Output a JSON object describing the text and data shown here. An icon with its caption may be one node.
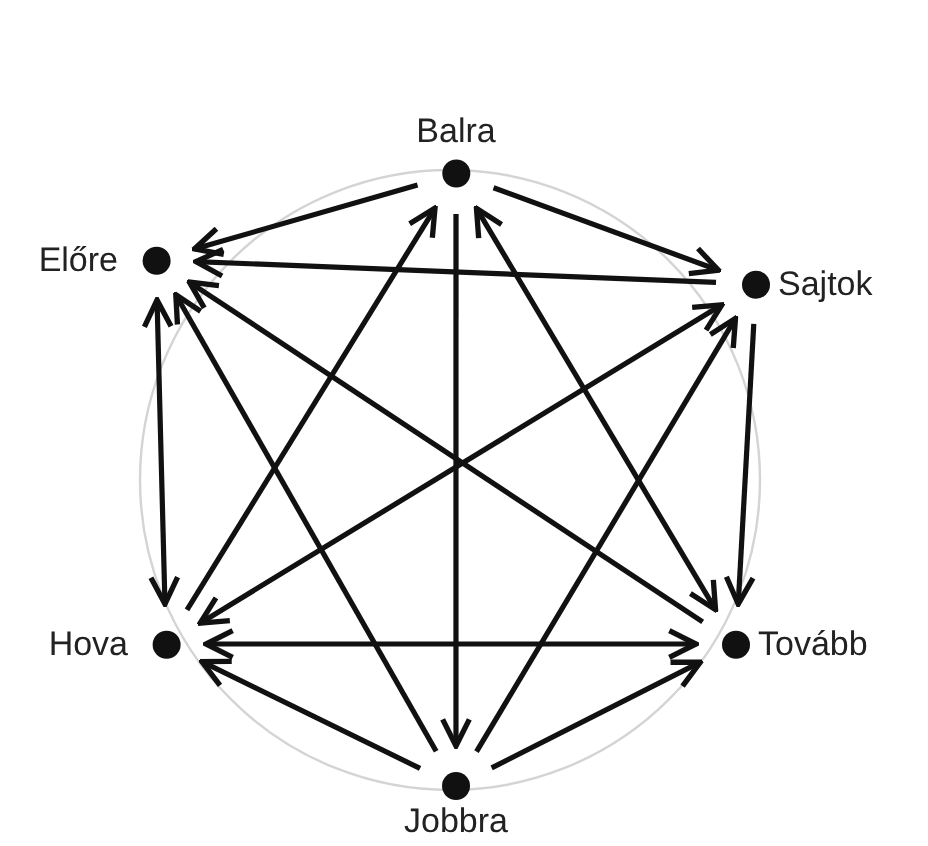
{
  "diagram": {
    "nodes": [
      {
        "text": [
          "Balra"
        ]
      },
      {
        "text": [
          "Sajtok"
        ]
      },
      {
        "text": [
          "Tovább"
        ]
      },
      {
        "text": [
          "Jobbra"
        ]
      },
      {
        "text": [
          "Hova"
        ]
      },
      {
        "text": [
          "Előre"
        ]
      }
    ],
    "edges": [
      {
        "from": 0,
        "to": 5,
        "arrow": "to"
      },
      {
        "from": 0,
        "to": 1,
        "arrow": "to"
      },
      {
        "from": 0,
        "to": 3,
        "arrow": "to"
      },
      {
        "from": 0,
        "to": 2,
        "arrow": "both"
      },
      {
        "from": 4,
        "to": 0,
        "arrow": "to"
      },
      {
        "from": 1,
        "to": 5,
        "arrow": "to"
      },
      {
        "from": 1,
        "to": 2,
        "arrow": "to"
      },
      {
        "from": 1,
        "to": 4,
        "arrow": "both"
      },
      {
        "from": 3,
        "to": 1,
        "arrow": "to"
      },
      {
        "from": 5,
        "to": 4,
        "arrow": "both"
      },
      {
        "from": 2,
        "to": 5,
        "arrow": "to"
      },
      {
        "from": 3,
        "to": 5,
        "arrow": "to"
      },
      {
        "from": 4,
        "to": 2,
        "arrow": "both"
      },
      {
        "from": 3,
        "to": 4,
        "arrow": "to"
      },
      {
        "from": 3,
        "to": 2,
        "arrow": "to"
      }
    ]
  }
}
